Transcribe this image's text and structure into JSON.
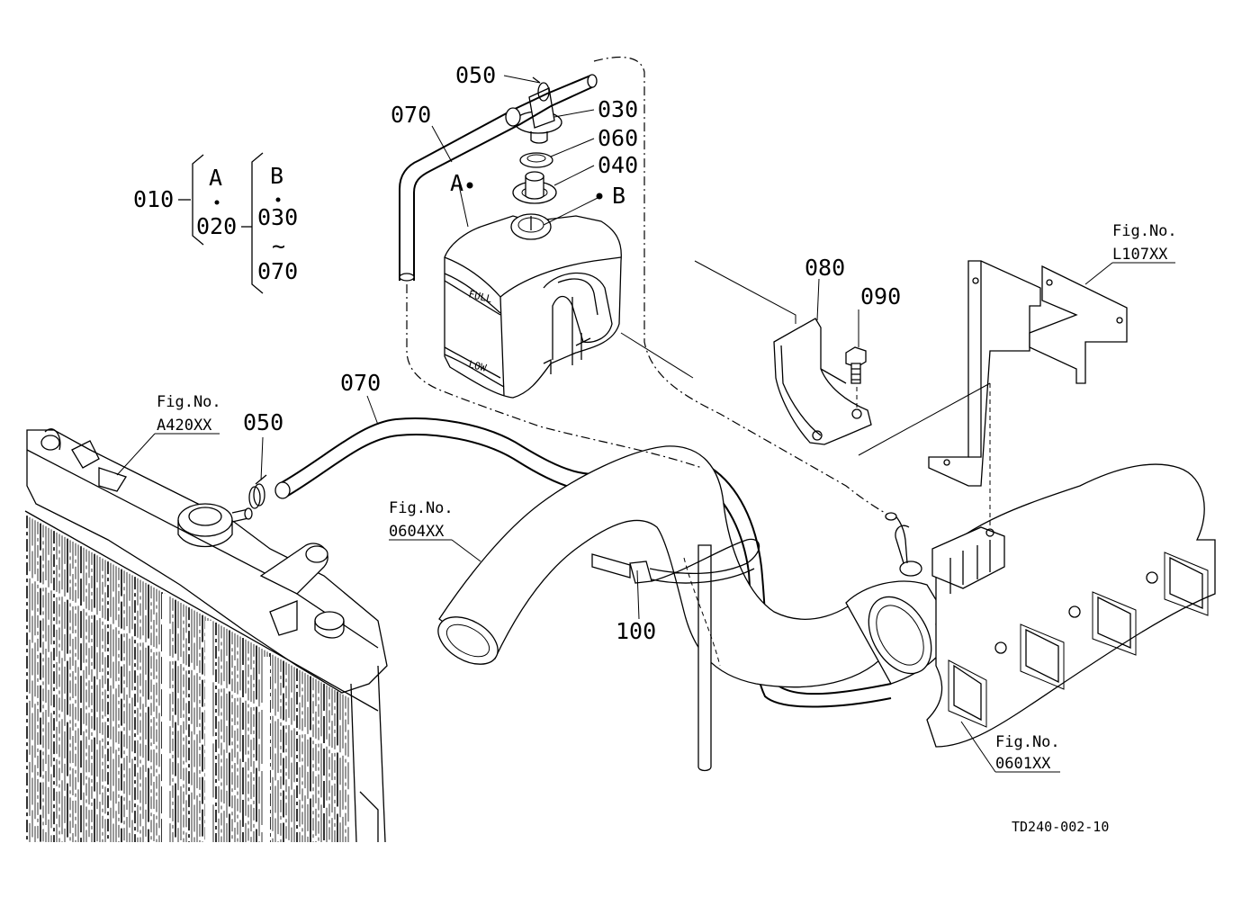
{
  "labels": {
    "p050_top": "050",
    "p030": "030",
    "p060": "060",
    "p040": "040",
    "p070_top": "070",
    "p070_mid": "070",
    "p050_mid": "050",
    "p080": "080",
    "p090": "090",
    "p100": "100",
    "marker_a": "A",
    "marker_b": "B"
  },
  "tank": {
    "full": "FULL",
    "low": "LOW"
  },
  "legend": {
    "p010": "010",
    "a": "A",
    "p020": "020",
    "b": "B",
    "p030": "030",
    "tilde": "~",
    "p070": "070"
  },
  "fig_refs": [
    {
      "title": "Fig.No.",
      "code": "A420XX"
    },
    {
      "title": "Fig.No.",
      "code": "0604XX"
    },
    {
      "title": "Fig.No.",
      "code": "L107XX"
    },
    {
      "title": "Fig.No.",
      "code": "0601XX"
    }
  ],
  "drawing_id": "TD240-002-10"
}
